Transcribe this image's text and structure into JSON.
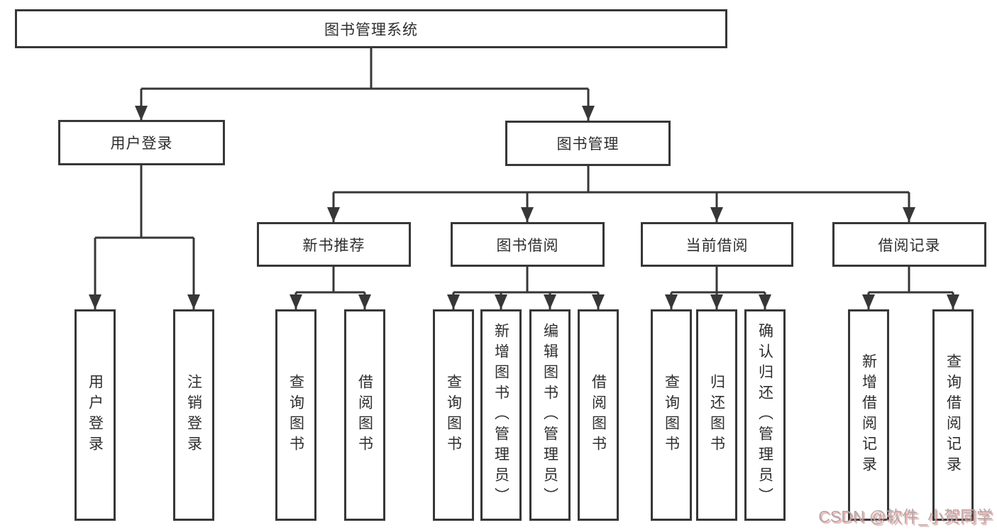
{
  "diagram_title": "图书管理系统",
  "tree": {
    "label": "图书管理系统",
    "children": [
      {
        "label": "用户登录",
        "children": [
          {
            "label": "用户登录"
          },
          {
            "label": "注销登录"
          }
        ]
      },
      {
        "label": "图书管理",
        "children": [
          {
            "label": "新书推荐",
            "children": [
              {
                "label": "查询图书"
              },
              {
                "label": "借阅图书"
              }
            ]
          },
          {
            "label": "图书借阅",
            "children": [
              {
                "label": "查询图书"
              },
              {
                "label": "新增图书（管理员）"
              },
              {
                "label": "编辑图书（管理员）"
              },
              {
                "label": "借阅图书"
              }
            ]
          },
          {
            "label": "当前借阅",
            "children": [
              {
                "label": "查询图书"
              },
              {
                "label": "归还图书"
              },
              {
                "label": "确认归还（管理员）"
              }
            ]
          },
          {
            "label": "借阅记录",
            "children": [
              {
                "label": "新增借阅记录"
              },
              {
                "label": "查询借阅记录"
              }
            ]
          }
        ]
      }
    ]
  },
  "colors": {
    "line": "#373737",
    "text": "#2e2e2e",
    "watermark_gray": "#ababab",
    "watermark_red": "#eb5a5a",
    "background": "#ffffff"
  },
  "watermark": {
    "text": "CSDN @软件_小贺同学"
  }
}
